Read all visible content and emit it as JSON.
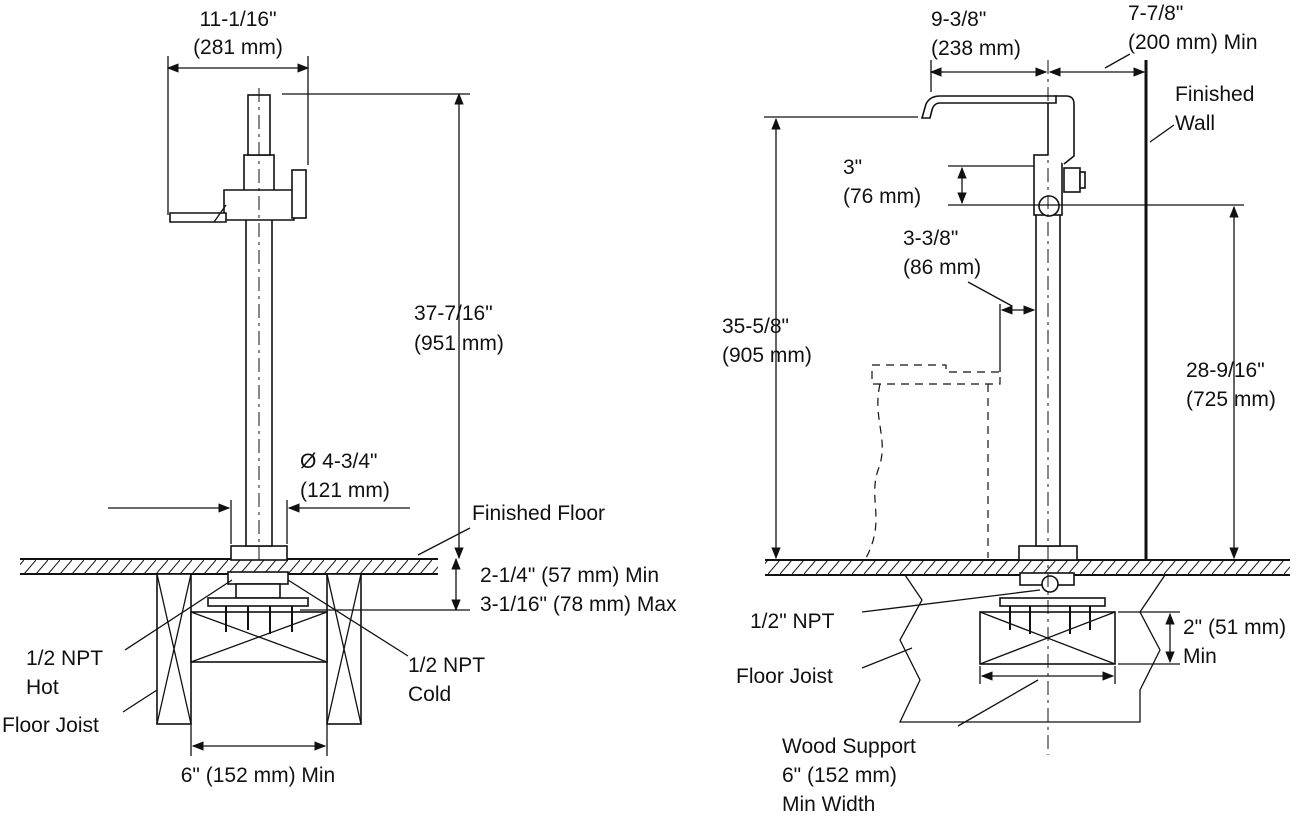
{
  "front_view": {
    "width_in": "11-1/16\"",
    "width_mm": "(281 mm)",
    "height_in": "37-7/16\"",
    "height_mm": "(951 mm)",
    "diameter_in": "Ø 4-3/4\"",
    "diameter_mm": "(121 mm)",
    "finished_floor": "Finished Floor",
    "depth_min": "2-1/4\" (57 mm) Min",
    "depth_max": "3-1/16\" (78 mm) Max",
    "hot_line1": "1/2 NPT",
    "hot_line2": "Hot",
    "cold_line1": "1/2 NPT",
    "cold_line2": "Cold",
    "floor_joist": "Floor Joist",
    "joist_spacing": "6\" (152 mm) Min"
  },
  "side_view": {
    "reach_in": "9-3/8\"",
    "reach_mm": "(238 mm)",
    "wall_clear_in": "7-7/8\"",
    "wall_clear_mm": "(200 mm) Min",
    "finished_wall_line1": "Finished",
    "finished_wall_line2": "Wall",
    "drop_in": "3\"",
    "drop_mm": "(76 mm)",
    "offset_in": "3-3/8\"",
    "offset_mm": "(86 mm)",
    "spout_height_in": "35-5/8\"",
    "spout_height_mm": "(905 mm)",
    "handle_height_in": "28-9/16\"",
    "handle_height_mm": "(725 mm)",
    "npt": "1/2\" NPT",
    "support_thick_in": "2\" (51 mm)",
    "support_thick_min": "Min",
    "floor_joist": "Floor Joist",
    "wood_support_line1": "Wood Support",
    "wood_support_line2": "6\" (152 mm)",
    "wood_support_line3": "Min Width"
  }
}
